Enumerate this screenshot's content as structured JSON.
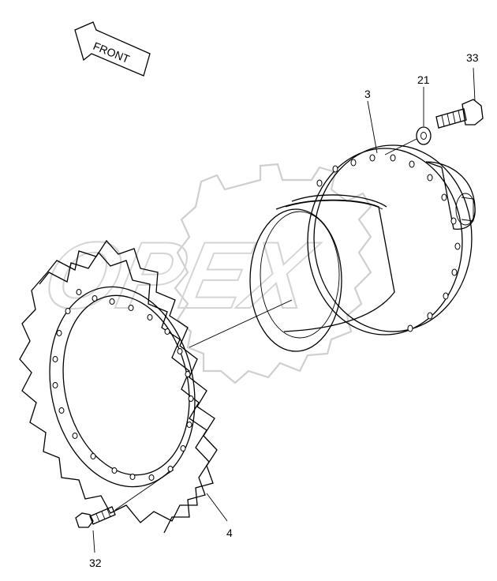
{
  "direction": {
    "label": "FRONT"
  },
  "watermark": {
    "text": "OPEX"
  },
  "callouts": [
    {
      "id": "33",
      "label": "33"
    },
    {
      "id": "21",
      "label": "21"
    },
    {
      "id": "3",
      "label": "3"
    },
    {
      "id": "4",
      "label": "4"
    },
    {
      "id": "32",
      "label": "32"
    }
  ]
}
